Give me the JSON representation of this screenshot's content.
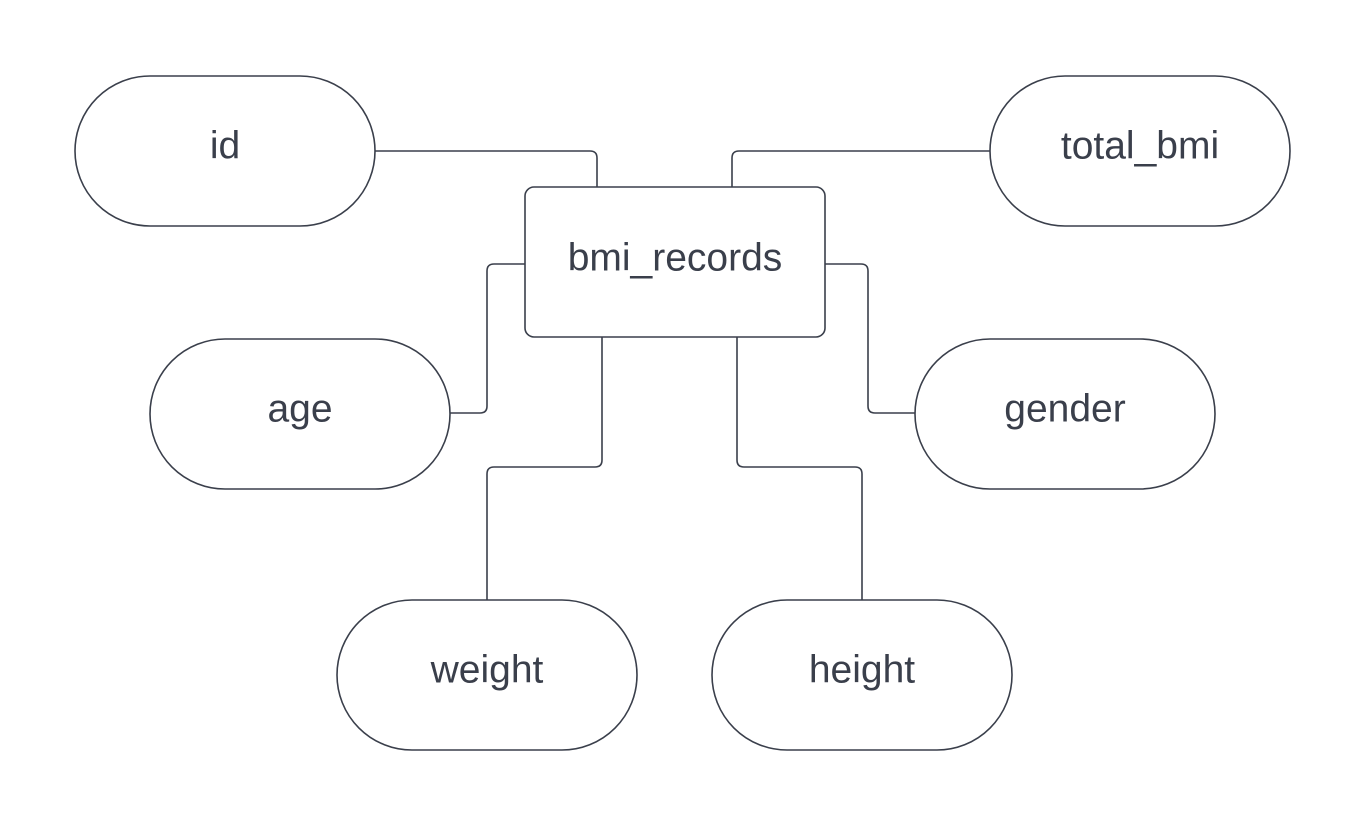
{
  "diagram": {
    "entity": {
      "label": "bmi_records"
    },
    "attributes": {
      "id": "id",
      "total_bmi": "total_bmi",
      "age": "age",
      "gender": "gender",
      "weight": "weight",
      "height": "height"
    },
    "colors": {
      "stroke": "#3a3f4b",
      "fill": "#ffffff",
      "text": "#3a3f4b"
    }
  }
}
